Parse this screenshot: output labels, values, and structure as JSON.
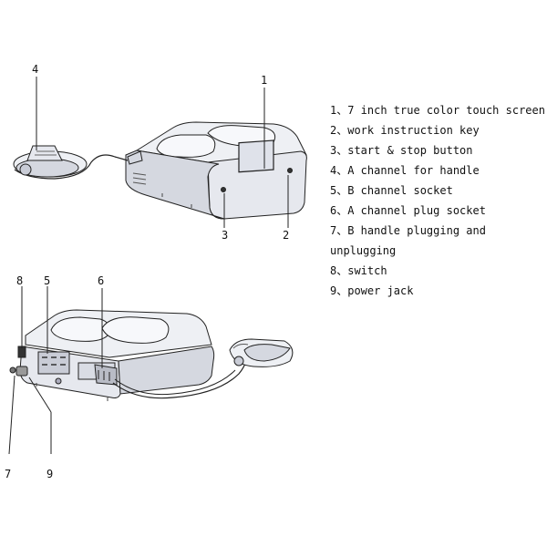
{
  "callouts": [
    "1",
    "2",
    "3",
    "4",
    "5",
    "6",
    "7",
    "8",
    "9"
  ],
  "legend": [
    "1、7 inch true color touch screen",
    "2、work instruction key",
    "3、start & stop button",
    "4、A channel for handle",
    "5、B channel socket",
    "6、A channel plug socket",
    "7、B handle plugging and unplugging",
    "8、switch",
    "9、power jack"
  ],
  "colors": {
    "line": "#222222",
    "body_fill": "#eef0f4",
    "shade": "#c9ccd6",
    "screen": "#dfe2ea"
  },
  "icons": [
    "device-front-view",
    "device-rear-view",
    "handle-a",
    "handle-b",
    "cable"
  ]
}
